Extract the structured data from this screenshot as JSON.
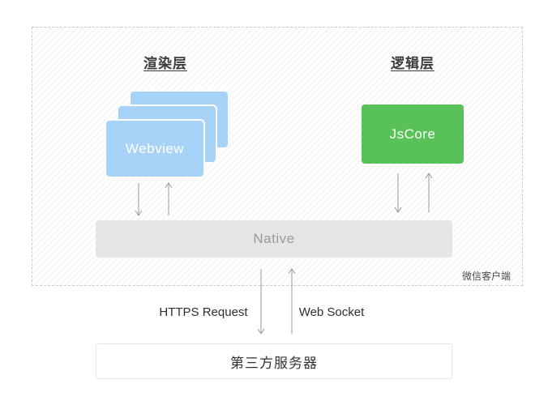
{
  "diagram": {
    "render_layer": {
      "heading": "渲染层",
      "webview_label": "Webview"
    },
    "logic_layer": {
      "heading": "逻辑层",
      "jscore_label": "JsCore"
    },
    "native": {
      "label": "Native"
    },
    "wechat_client": {
      "label": "微信客户端"
    },
    "connections": {
      "https_label": "HTTPS Request",
      "websocket_label": "Web Socket"
    },
    "server": {
      "label": "第三方服务器"
    }
  },
  "colors": {
    "webview_blue": "#a7d3f9",
    "jscore_green": "#58c158",
    "native_gray": "#e5e5e5",
    "native_text": "#9a9a9a",
    "arrow_gray": "#999999",
    "dashed_border": "#cccccc",
    "hatch_stripe": "#f4f4f4"
  }
}
